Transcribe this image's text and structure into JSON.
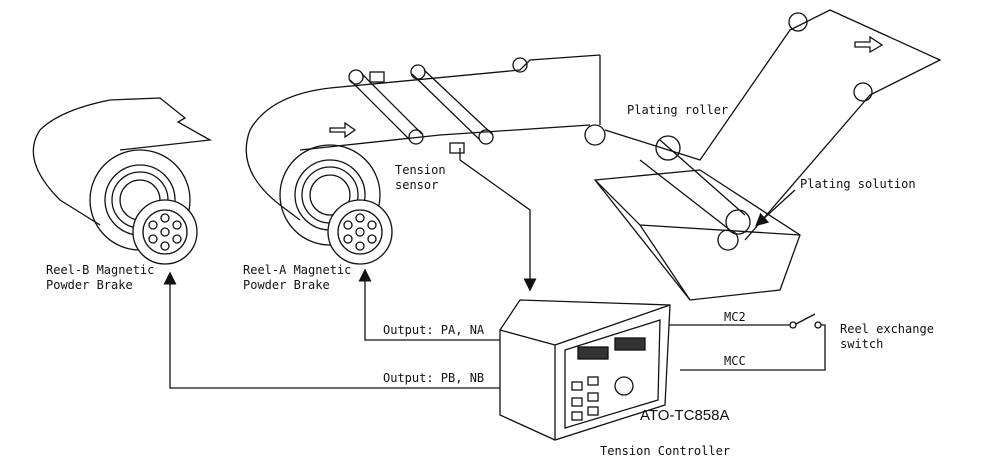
{
  "labels": {
    "reel_b": [
      "Reel-B Magnetic",
      "Powder Brake"
    ],
    "reel_a": [
      "Reel-A Magnetic",
      "Powder Brake"
    ],
    "tension_sensor": [
      "Tension",
      "sensor"
    ],
    "plating_roller": "Plating roller",
    "plating_solution": "Plating solution",
    "output_a": "Output: PA, NA",
    "output_b": "Output: PB, NB",
    "mc2": "MC2",
    "mcc": "MCC",
    "reel_exchange": [
      "Reel exchange",
      "switch"
    ],
    "model": "ATO-TC858A",
    "controller": "Tension Controller"
  },
  "colors": {
    "line": "#111111",
    "background": "#ffffff"
  }
}
